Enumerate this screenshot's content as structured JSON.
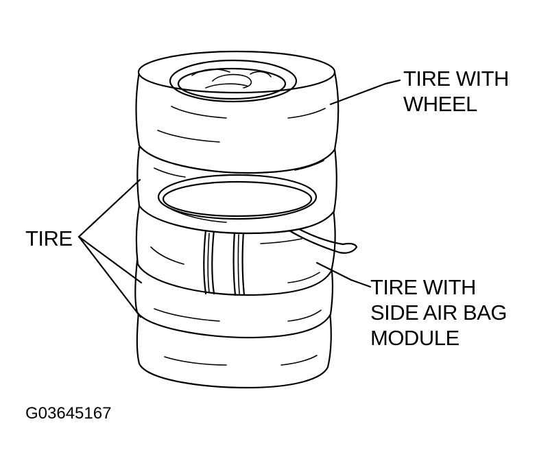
{
  "labels": {
    "tire_with_wheel": [
      "TIRE WITH",
      "WHEEL"
    ],
    "tire": "TIRE",
    "tire_with_airbag": [
      "TIRE WITH",
      "SIDE AIR BAG",
      "MODULE"
    ]
  },
  "figure_code": "G03645167"
}
